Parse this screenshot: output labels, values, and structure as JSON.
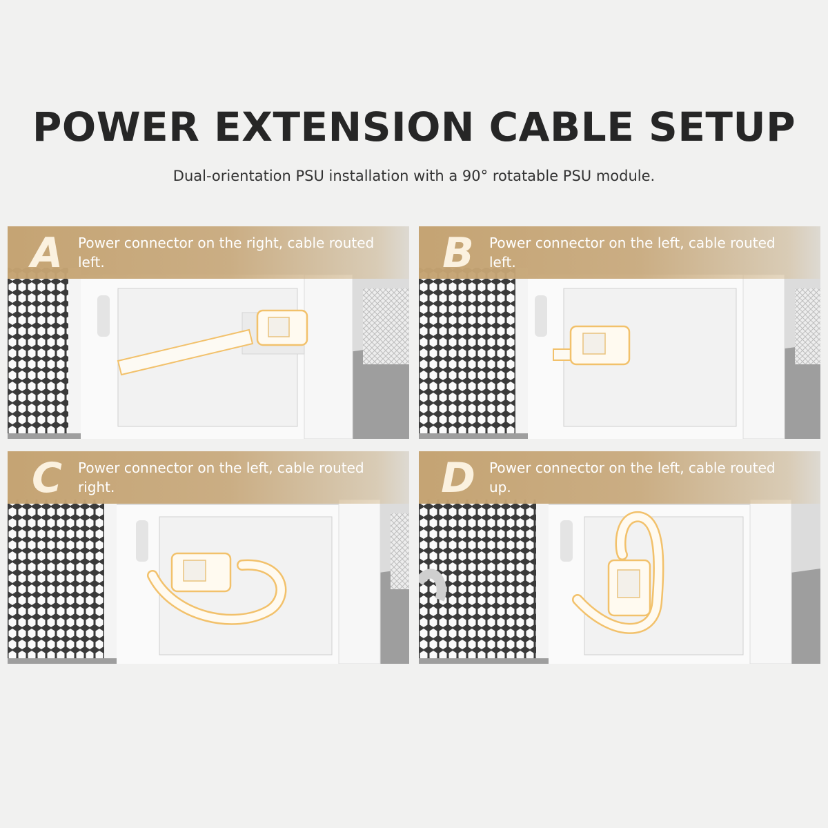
{
  "header": {
    "title": "POWER EXTENSION CABLE SETUP",
    "subtitle": "Dual-orientation PSU installation with a 90° rotatable PSU module."
  },
  "panels": [
    {
      "letter": "A",
      "caption": "Power connector on the right, cable routed left."
    },
    {
      "letter": "B",
      "caption": "Power connector on the left, cable routed left."
    },
    {
      "letter": "C",
      "caption": "Power connector on the left, cable routed right."
    },
    {
      "letter": "D",
      "caption": "Power connector on the left, cable routed up."
    }
  ],
  "colors": {
    "banner": "#c4a270",
    "highlight": "#f2c16b",
    "background": "#f1f1f0"
  }
}
